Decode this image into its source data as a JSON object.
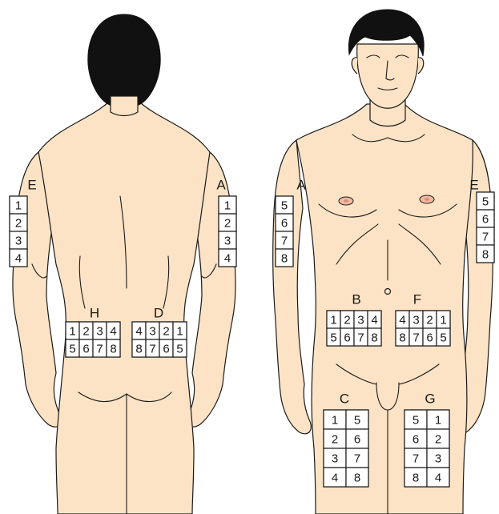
{
  "colors": {
    "skin": "#fde3c5",
    "outline": "#1a1a1a",
    "hair": "#111111",
    "box": "#ffffff"
  },
  "figures": [
    {
      "view": "back",
      "zones": [
        "E",
        "A",
        "H",
        "D"
      ]
    },
    {
      "view": "front",
      "zones": [
        "A",
        "E",
        "B",
        "F",
        "C",
        "G"
      ]
    }
  ],
  "zones": {
    "back_E": {
      "label": "E",
      "cells": [
        "1",
        "2",
        "3",
        "4"
      ]
    },
    "back_A": {
      "label": "A",
      "cells": [
        "1",
        "2",
        "3",
        "4"
      ]
    },
    "back_H": {
      "label": "H",
      "cells": [
        "1",
        "2",
        "3",
        "4",
        "5",
        "6",
        "7",
        "8"
      ]
    },
    "back_D": {
      "label": "D",
      "cells": [
        "4",
        "3",
        "2",
        "1",
        "8",
        "7",
        "6",
        "5"
      ]
    },
    "front_A": {
      "label": "A",
      "cells": [
        "5",
        "6",
        "7",
        "8"
      ]
    },
    "front_E": {
      "label": "E",
      "cells": [
        "5",
        "6",
        "7",
        "8"
      ]
    },
    "front_B": {
      "label": "B",
      "cells": [
        "1",
        "2",
        "3",
        "4",
        "5",
        "6",
        "7",
        "8"
      ]
    },
    "front_F": {
      "label": "F",
      "cells": [
        "4",
        "3",
        "2",
        "1",
        "8",
        "7",
        "6",
        "5"
      ]
    },
    "front_C": {
      "label": "C",
      "cells": [
        "1",
        "5",
        "2",
        "6",
        "3",
        "7",
        "4",
        "8"
      ]
    },
    "front_G": {
      "label": "G",
      "cells": [
        "5",
        "1",
        "6",
        "2",
        "7",
        "3",
        "8",
        "4"
      ]
    }
  }
}
